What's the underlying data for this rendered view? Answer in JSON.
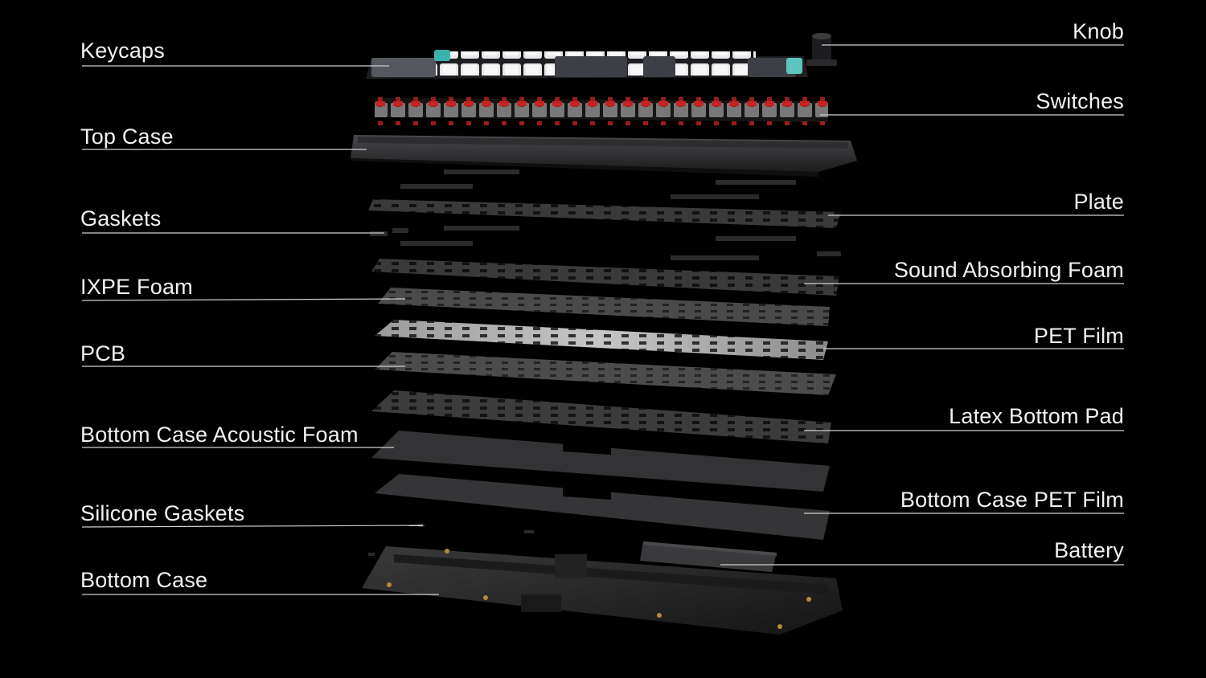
{
  "diagram": {
    "background": "#000000",
    "label_color": "#f2f2f2",
    "leader_color": "#cfcfcf",
    "left_labels": [
      {
        "id": "keycaps",
        "text": "Keycaps"
      },
      {
        "id": "top-case",
        "text": "Top Case"
      },
      {
        "id": "gaskets",
        "text": "Gaskets"
      },
      {
        "id": "ixpe-foam",
        "text": "IXPE Foam"
      },
      {
        "id": "pcb",
        "text": "PCB"
      },
      {
        "id": "bottom-case-acoustic-foam",
        "text": "Bottom Case Acoustic Foam"
      },
      {
        "id": "silicone-gaskets",
        "text": "Silicone Gaskets"
      },
      {
        "id": "bottom-case",
        "text": "Bottom Case"
      }
    ],
    "right_labels": [
      {
        "id": "knob",
        "text": "Knob"
      },
      {
        "id": "switches",
        "text": "Switches"
      },
      {
        "id": "plate",
        "text": "Plate"
      },
      {
        "id": "sound-absorbing-foam",
        "text": "Sound Absorbing Foam"
      },
      {
        "id": "pet-film",
        "text": "PET Film"
      },
      {
        "id": "latex-bottom-pad",
        "text": "Latex Bottom Pad"
      },
      {
        "id": "bottom-case-pet-film",
        "text": "Bottom Case PET Film"
      },
      {
        "id": "battery",
        "text": "Battery"
      }
    ]
  }
}
